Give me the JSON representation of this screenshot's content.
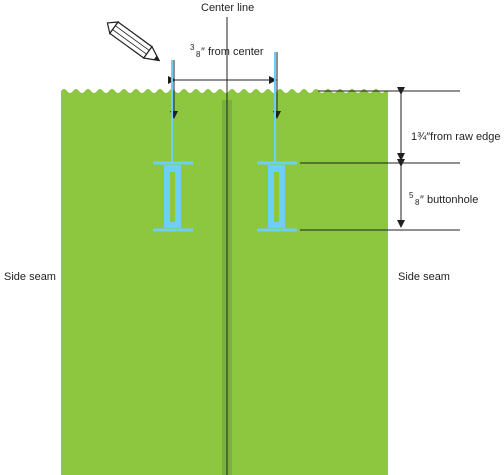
{
  "labels": {
    "center_line": "Center line",
    "side_seam_left": "Side seam",
    "side_seam_right": "Side seam",
    "from_center_num": "3",
    "from_center_den": "8",
    "from_center_rest": "″ from center",
    "raw_edge": "1¾″from raw edge",
    "buttonhole_num": "5",
    "buttonhole_den": "8",
    "buttonhole_rest": "″ buttonhole"
  },
  "colors": {
    "fabric": "#8dc63f",
    "center_stripe": "#6ea33a",
    "buttonhole": "#6dcff6",
    "line": "#231f20"
  },
  "icons": {
    "pencil": "pencil-icon"
  }
}
